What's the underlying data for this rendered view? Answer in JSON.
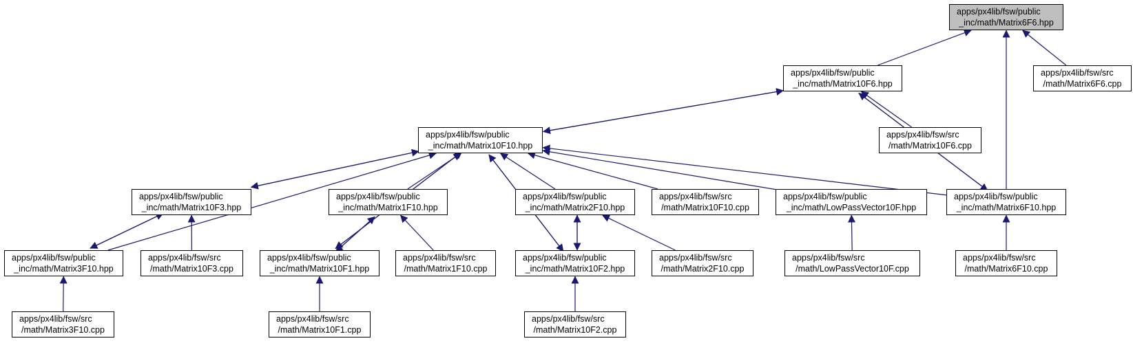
{
  "graph": {
    "edge_color": "#191970",
    "root_fill": "#bfbfbf",
    "nodes": [
      {
        "id": "m6f6_hpp",
        "line1": "apps/px4lib/fsw/public",
        "line2": "_inc/math/Matrix6F6.hpp",
        "root": true
      },
      {
        "id": "m10f6_hpp",
        "line1": "apps/px4lib/fsw/public",
        "line2": "_inc/math/Matrix10F6.hpp"
      },
      {
        "id": "m6f6_cpp",
        "line1": "apps/px4lib/fsw/src",
        "line2": "/math/Matrix6F6.cpp"
      },
      {
        "id": "m10f10_hpp",
        "line1": "apps/px4lib/fsw/public",
        "line2": "_inc/math/Matrix10F10.hpp"
      },
      {
        "id": "m10f6_cpp",
        "line1": "apps/px4lib/fsw/src",
        "line2": "/math/Matrix10F6.cpp"
      },
      {
        "id": "m10f3_hpp",
        "line1": "apps/px4lib/fsw/public",
        "line2": "_inc/math/Matrix10F3.hpp"
      },
      {
        "id": "m1f10_hpp",
        "line1": "apps/px4lib/fsw/public",
        "line2": "_inc/math/Matrix1F10.hpp"
      },
      {
        "id": "m2f10_hpp",
        "line1": "apps/px4lib/fsw/public",
        "line2": "_inc/math/Matrix2F10.hpp"
      },
      {
        "id": "m10f10_cpp",
        "line1": "apps/px4lib/fsw/src",
        "line2": "/math/Matrix10F10.cpp"
      },
      {
        "id": "lpv_hpp",
        "line1": "apps/px4lib/fsw/public",
        "line2": "_inc/math/LowPassVector10F.hpp"
      },
      {
        "id": "m6f10_hpp",
        "line1": "apps/px4lib/fsw/public",
        "line2": "_inc/math/Matrix6F10.hpp"
      },
      {
        "id": "m3f10_hpp",
        "line1": "apps/px4lib/fsw/public",
        "line2": "_inc/math/Matrix3F10.hpp"
      },
      {
        "id": "m10f3_cpp",
        "line1": "apps/px4lib/fsw/src",
        "line2": "/math/Matrix10F3.cpp"
      },
      {
        "id": "m10f1_hpp",
        "line1": "apps/px4lib/fsw/public",
        "line2": "_inc/math/Matrix10F1.hpp"
      },
      {
        "id": "m1f10_cpp",
        "line1": "apps/px4lib/fsw/src",
        "line2": "/math/Matrix1F10.cpp"
      },
      {
        "id": "m10f2_hpp",
        "line1": "apps/px4lib/fsw/public",
        "line2": "_inc/math/Matrix10F2.hpp"
      },
      {
        "id": "m2f10_cpp",
        "line1": "apps/px4lib/fsw/src",
        "line2": "/math/Matrix2F10.cpp"
      },
      {
        "id": "lpv_cpp",
        "line1": "apps/px4lib/fsw/src",
        "line2": "/math/LowPassVector10F.cpp"
      },
      {
        "id": "m6f10_cpp",
        "line1": "apps/px4lib/fsw/src",
        "line2": "/math/Matrix6F10.cpp"
      },
      {
        "id": "m3f10_cpp",
        "line1": "apps/px4lib/fsw/src",
        "line2": "/math/Matrix3F10.cpp"
      },
      {
        "id": "m10f1_cpp",
        "line1": "apps/px4lib/fsw/src",
        "line2": "/math/Matrix10F1.cpp"
      },
      {
        "id": "m10f2_cpp",
        "line1": "apps/px4lib/fsw/src",
        "line2": "/math/Matrix10F2.cpp"
      }
    ],
    "edges": [
      {
        "from": "m10f6_hpp",
        "to": "m6f6_hpp"
      },
      {
        "from": "m6f6_cpp",
        "to": "m6f6_hpp"
      },
      {
        "from": "m6f10_hpp",
        "to": "m6f6_hpp"
      },
      {
        "from": "m10f10_hpp",
        "to": "m10f6_hpp"
      },
      {
        "from": "m10f6_hpp",
        "to": "m10f10_hpp"
      },
      {
        "from": "m10f6_cpp",
        "to": "m10f6_hpp"
      },
      {
        "from": "m6f10_hpp",
        "to": "m10f6_hpp"
      },
      {
        "from": "m10f6_hpp",
        "to": "m6f10_hpp"
      },
      {
        "from": "m10f3_hpp",
        "to": "m10f10_hpp"
      },
      {
        "from": "m10f10_hpp",
        "to": "m10f3_hpp"
      },
      {
        "from": "m1f10_hpp",
        "to": "m10f10_hpp"
      },
      {
        "from": "m2f10_hpp",
        "to": "m10f10_hpp"
      },
      {
        "from": "m10f10_cpp",
        "to": "m10f10_hpp"
      },
      {
        "from": "lpv_hpp",
        "to": "m10f10_hpp"
      },
      {
        "from": "m6f10_hpp",
        "to": "m10f10_hpp"
      },
      {
        "from": "m3f10_hpp",
        "to": "m10f10_hpp"
      },
      {
        "from": "m10f1_hpp",
        "to": "m10f10_hpp"
      },
      {
        "from": "m10f10_hpp",
        "to": "m10f1_hpp"
      },
      {
        "from": "m10f2_hpp",
        "to": "m10f10_hpp"
      },
      {
        "from": "m10f10_hpp",
        "to": "m10f2_hpp"
      },
      {
        "from": "m3f10_hpp",
        "to": "m10f3_hpp"
      },
      {
        "from": "m10f3_hpp",
        "to": "m3f10_hpp"
      },
      {
        "from": "m10f3_cpp",
        "to": "m10f3_hpp"
      },
      {
        "from": "m10f1_hpp",
        "to": "m1f10_hpp"
      },
      {
        "from": "m1f10_hpp",
        "to": "m10f1_hpp"
      },
      {
        "from": "m1f10_cpp",
        "to": "m1f10_hpp"
      },
      {
        "from": "m10f2_hpp",
        "to": "m2f10_hpp"
      },
      {
        "from": "m2f10_hpp",
        "to": "m10f2_hpp"
      },
      {
        "from": "m2f10_cpp",
        "to": "m2f10_hpp"
      },
      {
        "from": "lpv_cpp",
        "to": "lpv_hpp"
      },
      {
        "from": "m6f10_cpp",
        "to": "m6f10_hpp"
      },
      {
        "from": "m3f10_cpp",
        "to": "m3f10_hpp"
      },
      {
        "from": "m10f1_cpp",
        "to": "m10f1_hpp"
      },
      {
        "from": "m10f2_cpp",
        "to": "m10f2_hpp"
      }
    ]
  }
}
